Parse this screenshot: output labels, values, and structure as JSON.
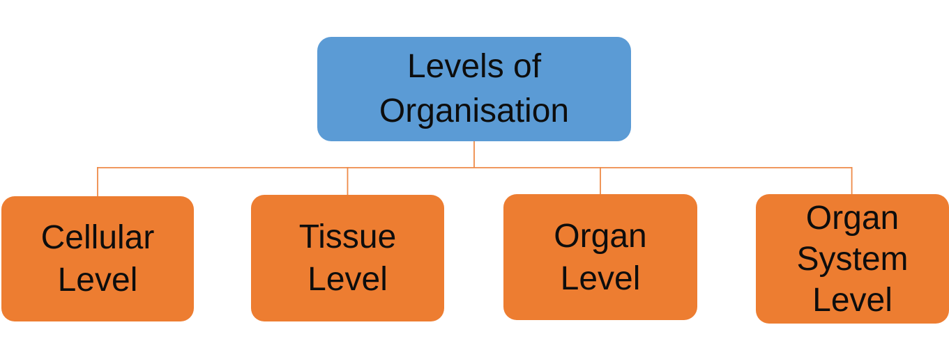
{
  "diagram": {
    "type": "hierarchy",
    "root": {
      "label": "Levels of\nOrganisation"
    },
    "children": [
      {
        "label": "Cellular\nLevel"
      },
      {
        "label": "Tissue\nLevel"
      },
      {
        "label": "Organ\nLevel"
      },
      {
        "label": "Organ\nSystem\nLevel"
      }
    ],
    "colors": {
      "root_fill": "#5B9BD5",
      "child_fill": "#ED7D31",
      "connector": "#EE8A47",
      "text": "#0D0D0D",
      "background": "#FFFFFF"
    }
  }
}
